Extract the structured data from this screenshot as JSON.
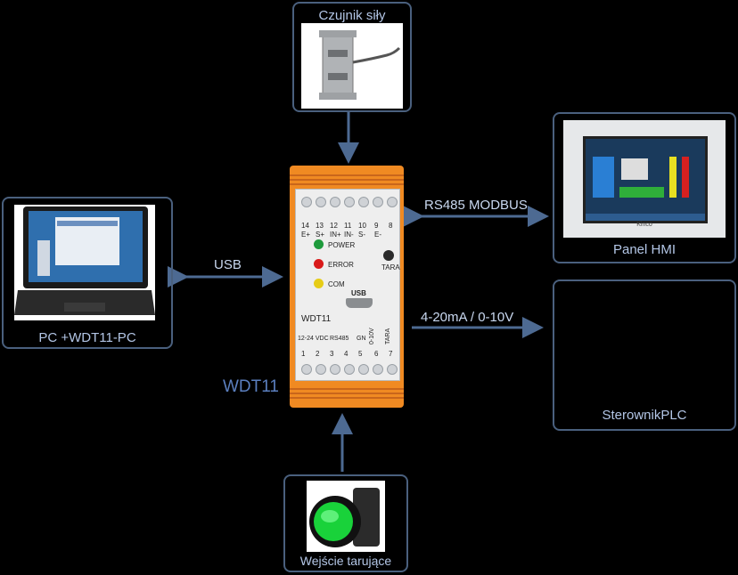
{
  "sensor": {
    "caption": "Czujnik siły"
  },
  "hmi": {
    "caption": "Panel HMI",
    "title": "Kinco"
  },
  "pc": {
    "caption": "PC +WDT11-PC"
  },
  "plc": {
    "caption": "SterownikPLC"
  },
  "button": {
    "caption": "Wejście tarujące"
  },
  "device": {
    "name": "WDT11",
    "panel_label": "WDT11",
    "usb_label": "USB",
    "top_numbers": [
      "14",
      "13",
      "12",
      "11",
      "10",
      "9",
      "8"
    ],
    "top_signals": [
      "E+",
      "S+",
      "IN+",
      "IN-",
      "S-",
      "E-",
      ""
    ],
    "bottom_numbers": [
      "1",
      "2",
      "3",
      "4",
      "5",
      "6",
      "7"
    ],
    "bottom_labels": [
      "12-24 VDC",
      "RS485",
      "GN",
      "0-10V",
      "TARA"
    ],
    "leds": [
      {
        "label": "POWER",
        "color": "#1e9a3c"
      },
      {
        "label": "ERROR",
        "color": "#d91a1a"
      },
      {
        "label": "COM",
        "color": "#e6cc17"
      }
    ],
    "tara_label": "TARA"
  },
  "connections": {
    "usb": "USB",
    "rs485": "RS485 MODBUS",
    "analog": "4-20mA / 0-10V"
  }
}
